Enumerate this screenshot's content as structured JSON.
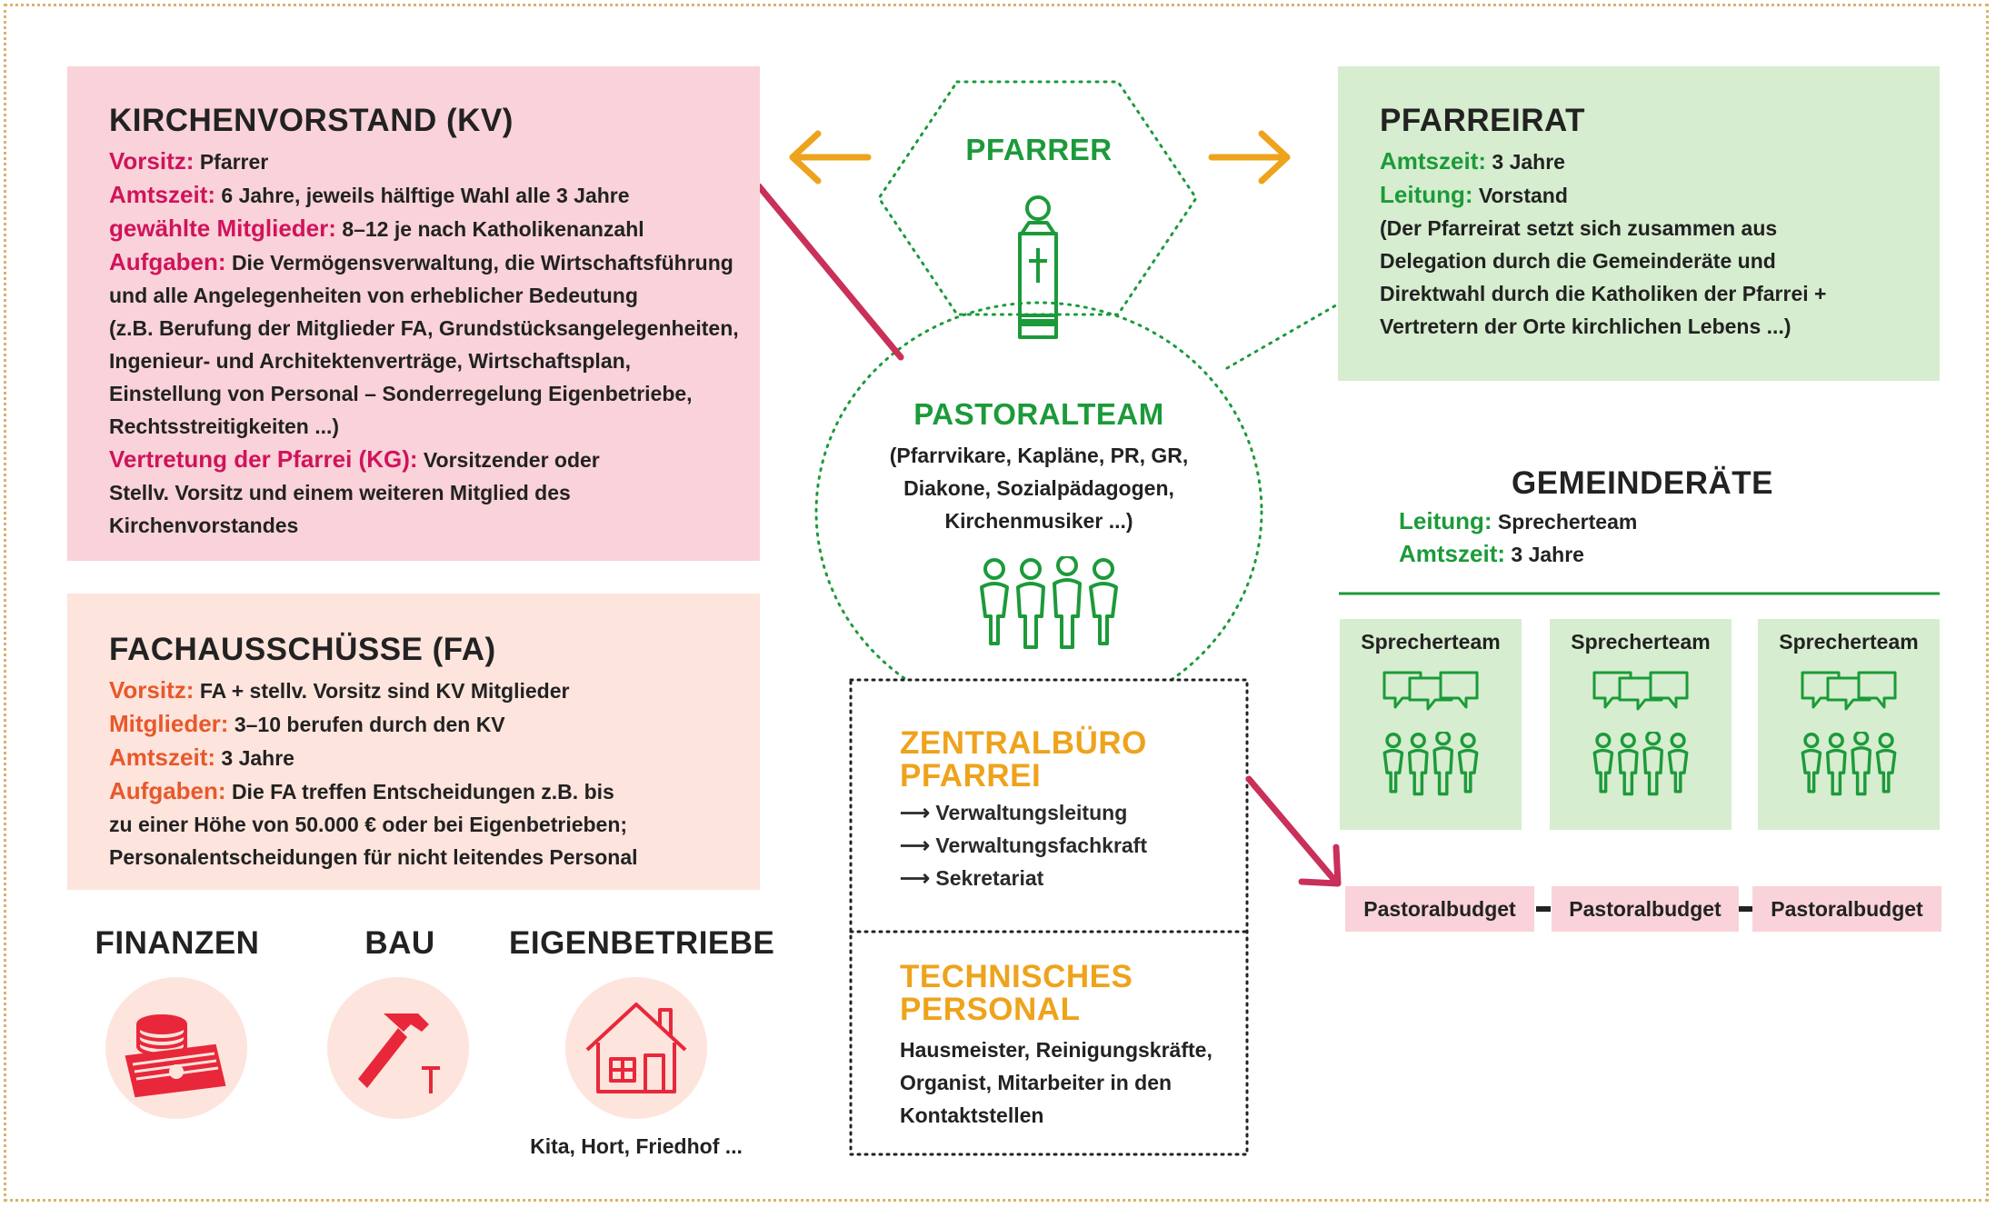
{
  "kv": {
    "title": "KIRCHENVORSTAND (KV)",
    "vorsitz_label": "Vorsitz:",
    "vorsitz_value": "Pfarrer",
    "amtszeit_label": "Amtszeit:",
    "amtszeit_value": "6 Jahre, jeweils hälftige Wahl alle 3 Jahre",
    "mitglieder_label": "gewählte Mitglieder:",
    "mitglieder_value": "8–12 je nach Katholikenanzahl",
    "aufgaben_label": "Aufgaben:",
    "aufgaben_value_1": "Die Vermögensverwaltung, die Wirtschaftsführung",
    "aufgaben_value_2": "und alle Angelegenheiten von erheblicher  Bedeutung",
    "aufgaben_value_3": "(z.B. Berufung der Mitglieder FA, Grundstücksangelegenheiten,",
    "aufgaben_value_4": "Ingenieur- und Architektenverträge, Wirtschaftsplan,",
    "aufgaben_value_5": "Einstellung von Personal – Sonderregelung Eigenbetriebe,",
    "aufgaben_value_6": "Rechtsstreitigkeiten ...)",
    "vertretung_label": "Vertretung der Pfarrei (KG):",
    "vertretung_value_1": "Vorsitzender oder",
    "vertretung_value_2": "Stellv. Vorsitz und einem weiteren Mitglied des",
    "vertretung_value_3": "Kirchenvorstandes"
  },
  "fa": {
    "title": "FACHAUSSCHÜSSE (FA)",
    "vorsitz_label": "Vorsitz:",
    "vorsitz_value": "FA + stellv. Vorsitz sind KV Mitglieder",
    "mitglieder_label": "Mitglieder:",
    "mitglieder_value": "3–10 berufen durch den KV",
    "amtszeit_label": "Amtszeit:",
    "amtszeit_value": "3 Jahre",
    "aufgaben_label": "Aufgaben:",
    "aufgaben_value_1": "Die FA treffen Entscheidungen z.B. bis",
    "aufgaben_value_2": "zu einer Höhe von 50.000 € oder bei Eigenbetrieben;",
    "aufgaben_value_3": "Personalentscheidungen für nicht leitendes Personal"
  },
  "categories": {
    "finanzen": "FINANZEN",
    "bau": "BAU",
    "eigenbetriebe": "EIGENBETRIEBE",
    "eigenbetriebe_note": "Kita, Hort, Friedhof ..."
  },
  "pfarrer": {
    "title": "PFARRER"
  },
  "pastoralteam": {
    "title": "PASTORALTEAM",
    "line_1": "(Pfarrvikare, Kapläne, PR, GR,",
    "line_2": "Diakone, Sozialpädagogen,",
    "line_3": "Kirchenmusiker ...)"
  },
  "zentralbuero": {
    "title_1": "ZENTRALBÜRO",
    "title_2": "PFARREI",
    "item_1": "Verwaltungsleitung",
    "item_2": "Verwaltungsfachkraft",
    "item_3": "Sekretariat"
  },
  "technisch": {
    "title_1": "TECHNISCHES",
    "title_2": "PERSONAL",
    "line_1": "Hausmeister, Reinigungskräfte,",
    "line_2": "Organist, Mitarbeiter in den",
    "line_3": "Kontaktstellen"
  },
  "pfarreirat": {
    "title": "PFARREIRAT",
    "amtszeit_label": "Amtszeit:",
    "amtszeit_value": "3 Jahre",
    "leitung_label": "Leitung:",
    "leitung_value": "Vorstand",
    "line_1": "(Der Pfarreirat setzt sich zusammen aus",
    "line_2": "Delegation durch die Gemeinderäte und",
    "line_3": "Direktwahl durch die Katholiken der Pfarrei +",
    "line_4": "Vertretern der Orte kirchlichen Lebens ...)"
  },
  "gemeinderaete": {
    "title": "GEMEINDERÄTE",
    "leitung_label": "Leitung:",
    "leitung_value": "Sprecherteam",
    "amtszeit_label": "Amtszeit:",
    "amtszeit_value": "3 Jahre",
    "teams": [
      "Sprecherteam",
      "Sprecherteam",
      "Sprecherteam"
    ],
    "budgets": [
      "Pastoralbudget",
      "Pastoralbudget",
      "Pastoralbudget"
    ]
  },
  "colors": {
    "kv_bg": "#f9d3d9",
    "fa_bg": "#fde4dd",
    "green_bg": "#d6edcf",
    "red_accent": "#d0135c",
    "orange_accent": "#e8582a",
    "green_accent": "#1c9a3a",
    "gold_accent": "#eea31c",
    "connector": "#c9305a"
  }
}
